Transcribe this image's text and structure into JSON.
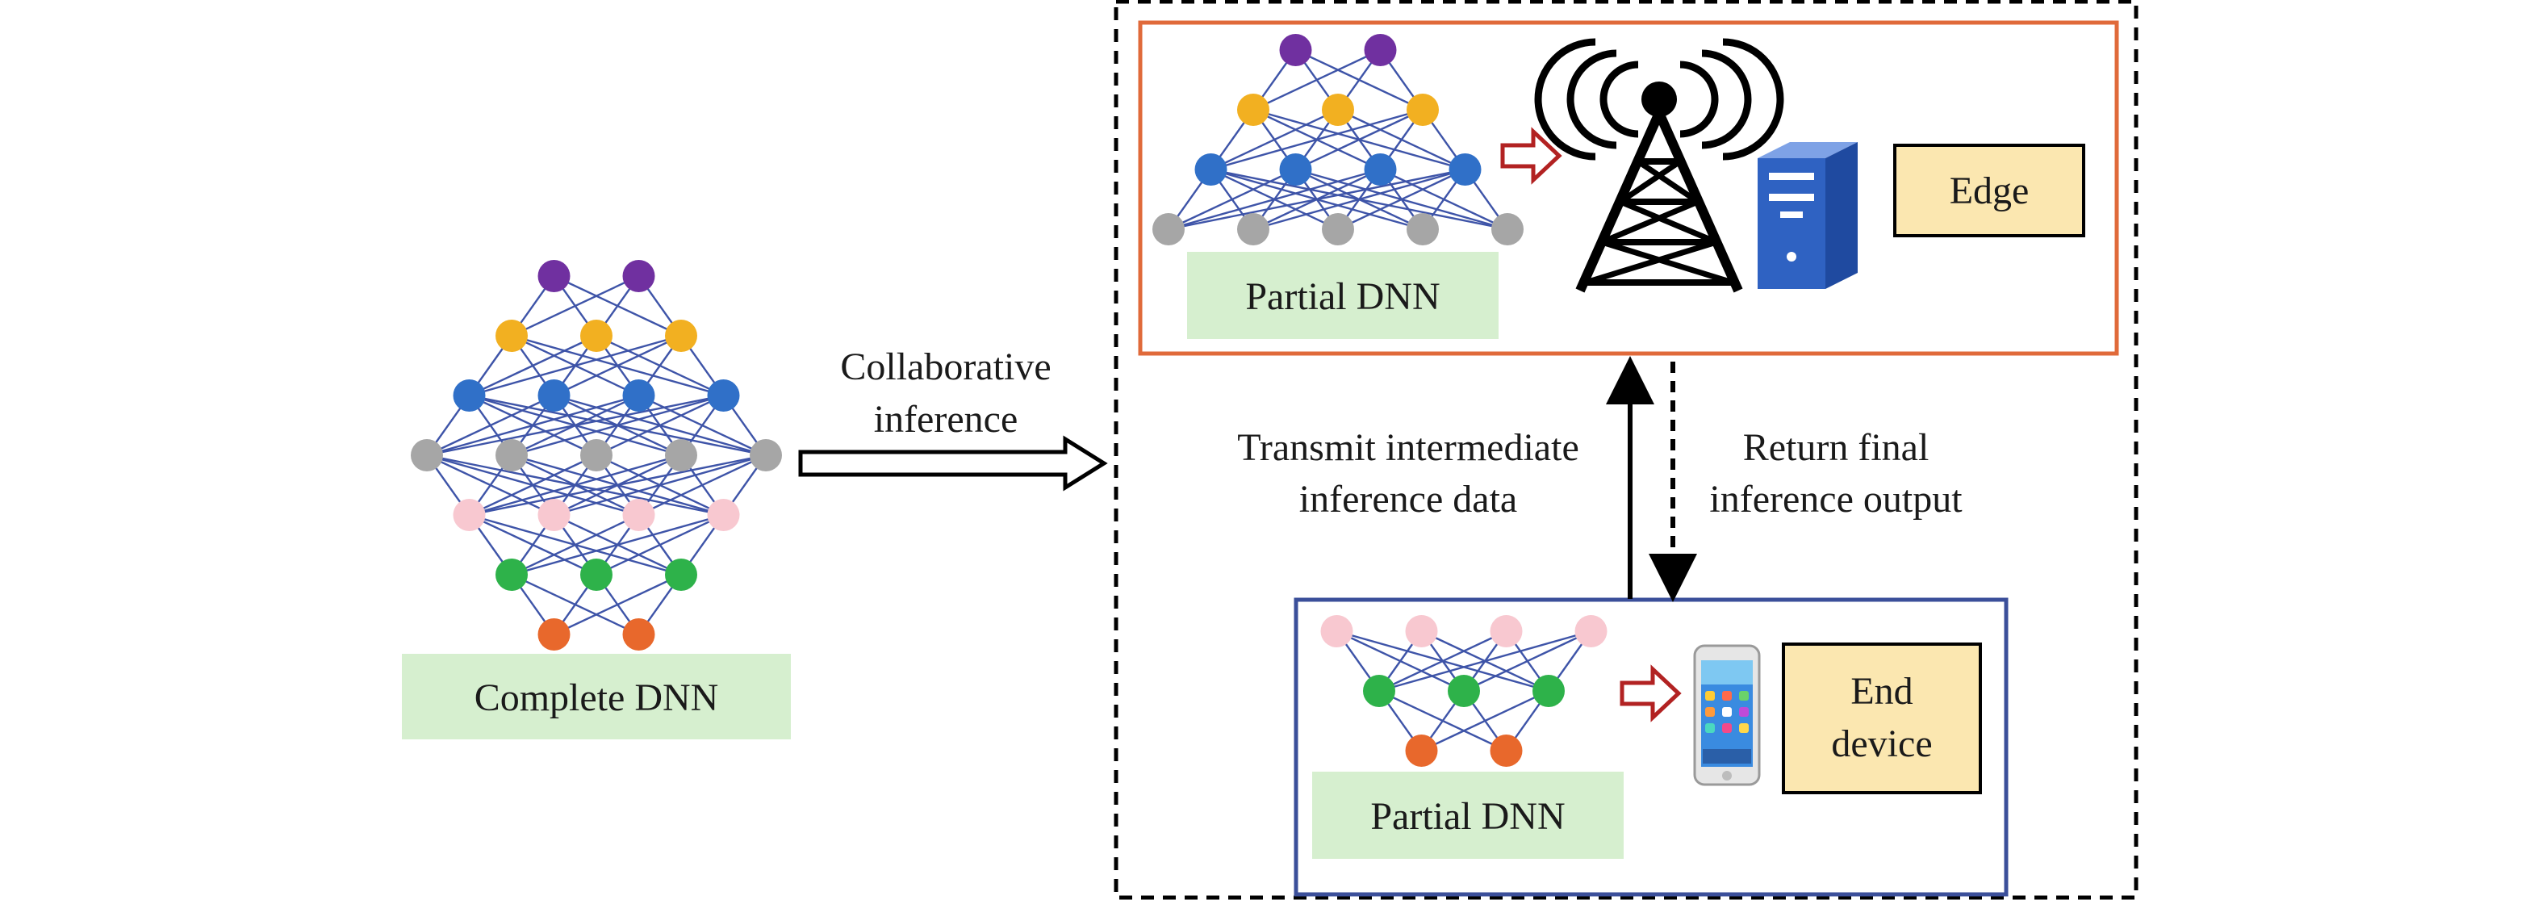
{
  "colors": {
    "purple": "#7030a0",
    "yellow": "#f2b021",
    "blue": "#3070c8",
    "gray": "#a6a6a6",
    "pink": "#f8c8d0",
    "green": "#2eb24a",
    "orange": "#e8682c",
    "edge_line": "#3e54a8",
    "label_bg_green": "#d6efcf",
    "label_bg_yellow": "#fbe7b0",
    "edge_box_border": "#e06a3a",
    "device_box_border": "#3b4f9a",
    "hollow_arrow": "#b22222",
    "server_blue": "#2f62c2"
  },
  "complete_dnn": {
    "label": "Complete DNN",
    "layer_colors": [
      "purple",
      "yellow",
      "blue",
      "gray",
      "pink",
      "green",
      "orange"
    ],
    "layer_sizes": [
      2,
      3,
      4,
      5,
      4,
      3,
      2
    ]
  },
  "collaborative_arrow": {
    "label_line1": "Collaborative",
    "label_line2": "inference"
  },
  "edge": {
    "partial_label": "Partial DNN",
    "layer_colors": [
      "purple",
      "yellow",
      "blue",
      "gray"
    ],
    "layer_sizes": [
      2,
      3,
      4,
      5
    ],
    "box_label": "Edge",
    "icons": [
      "cell-tower-icon",
      "server-icon"
    ]
  },
  "end_device": {
    "partial_label": "Partial DNN",
    "layer_colors": [
      "pink",
      "green",
      "orange"
    ],
    "layer_sizes": [
      4,
      3,
      2
    ],
    "box_label_line1": "End",
    "box_label_line2": "device",
    "icons": [
      "smartphone-icon"
    ]
  },
  "transmit": {
    "line1": "Transmit intermediate",
    "line2": "inference data"
  },
  "return_output": {
    "line1": "Return final",
    "line2": "inference output"
  }
}
